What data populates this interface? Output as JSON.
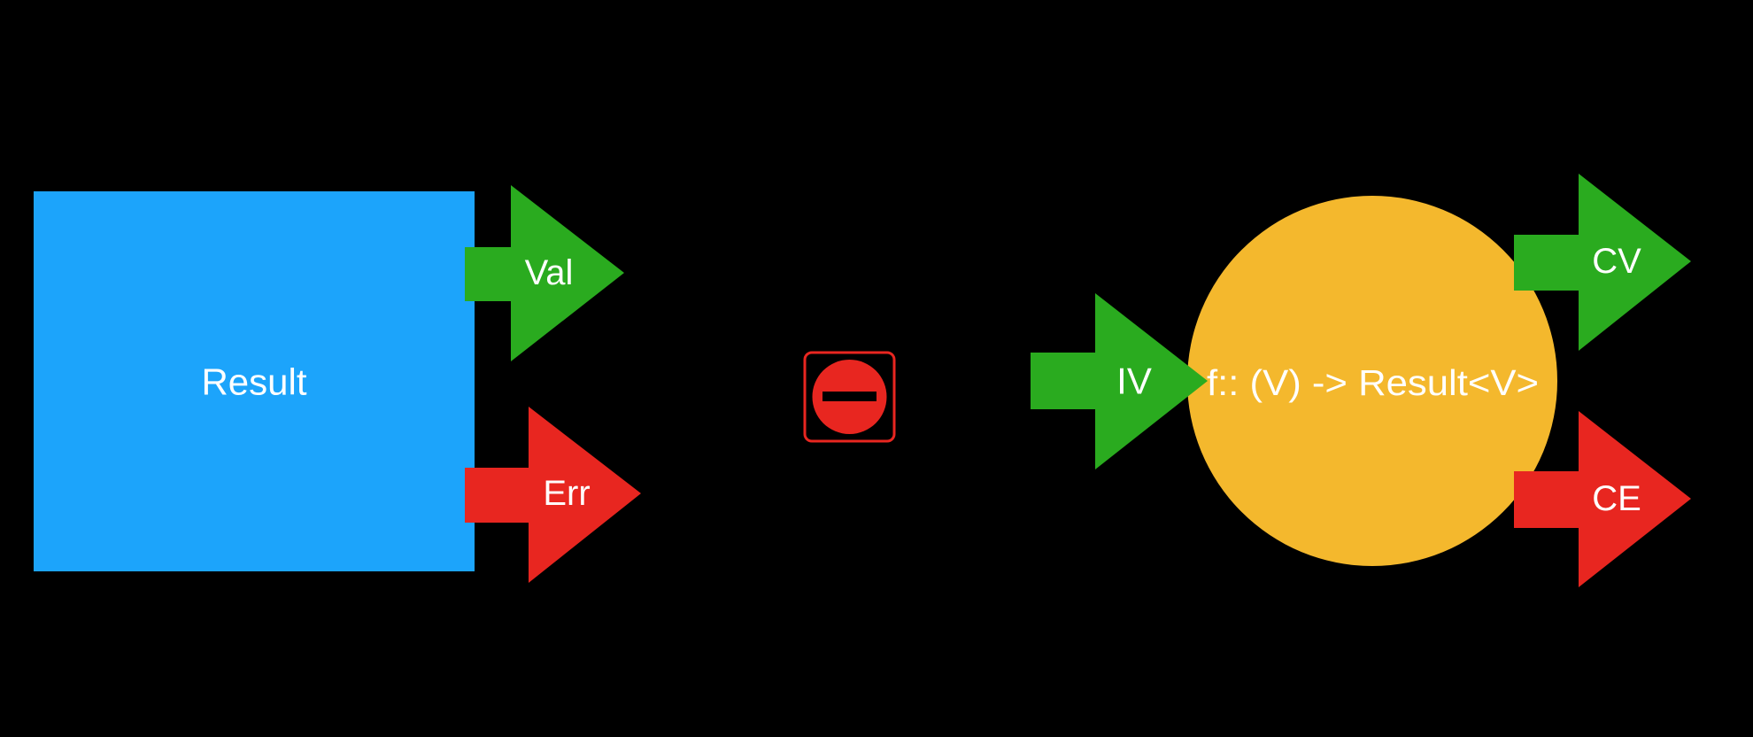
{
  "left_group": {
    "result_box": {
      "label": "Result"
    },
    "value_arrow": {
      "label": "Val"
    },
    "error_arrow": {
      "label": "Err"
    }
  },
  "right_group": {
    "input_arrow": {
      "label": "IV"
    },
    "function_circle": {
      "label": "f:: (V) -> Result<V>"
    },
    "value_out_arrow": {
      "label": "CV"
    },
    "error_out_arrow": {
      "label": "CE"
    }
  },
  "colors": {
    "background": "#000000",
    "result_box": "#1ca4fb",
    "value_arrow": "#2aab1f",
    "error_arrow": "#e82620",
    "function_circle": "#f4b82d",
    "stop_icon": "#e82620",
    "text": "#ffffff"
  },
  "icons": {
    "incompatible": "no-entry-icon"
  }
}
